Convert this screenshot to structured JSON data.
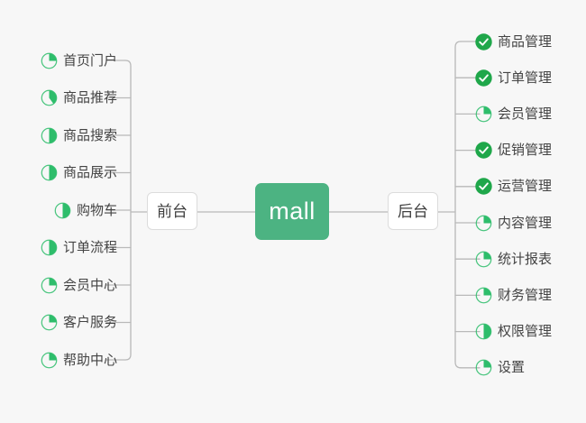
{
  "diagram": {
    "type": "mindmap",
    "background_color": "#f7f7f7",
    "accent_color": "#4cb382",
    "done_color": "#1fa74a",
    "pie_color": "#2ebd6b",
    "line_color": "#b9b9b9",
    "text_color": "#444444"
  },
  "root": {
    "label": "mall"
  },
  "branches": [
    {
      "id": "frontend",
      "label": "前台",
      "side": "left",
      "items": [
        {
          "label": "首页门户",
          "status": "partial",
          "progress": 25
        },
        {
          "label": "商品推荐",
          "status": "partial",
          "progress": 40
        },
        {
          "label": "商品搜索",
          "status": "partial",
          "progress": 50
        },
        {
          "label": "商品展示",
          "status": "partial",
          "progress": 50
        },
        {
          "label": "购物车",
          "status": "partial",
          "progress": 50
        },
        {
          "label": "订单流程",
          "status": "partial",
          "progress": 50
        },
        {
          "label": "会员中心",
          "status": "partial",
          "progress": 25
        },
        {
          "label": "客户服务",
          "status": "partial",
          "progress": 25
        },
        {
          "label": "帮助中心",
          "status": "partial",
          "progress": 25
        }
      ]
    },
    {
      "id": "backend",
      "label": "后台",
      "side": "right",
      "items": [
        {
          "label": "商品管理",
          "status": "done",
          "progress": 100
        },
        {
          "label": "订单管理",
          "status": "done",
          "progress": 100
        },
        {
          "label": "会员管理",
          "status": "partial",
          "progress": 25
        },
        {
          "label": "促销管理",
          "status": "done",
          "progress": 100
        },
        {
          "label": "运营管理",
          "status": "done",
          "progress": 100
        },
        {
          "label": "内容管理",
          "status": "partial",
          "progress": 25
        },
        {
          "label": "统计报表",
          "status": "partial",
          "progress": 25
        },
        {
          "label": "财务管理",
          "status": "partial",
          "progress": 25
        },
        {
          "label": "权限管理",
          "status": "partial",
          "progress": 50
        },
        {
          "label": "设置",
          "status": "partial",
          "progress": 25
        }
      ]
    }
  ],
  "icons": {
    "done": "check-circle-icon",
    "partial": "pie-progress-icon"
  }
}
